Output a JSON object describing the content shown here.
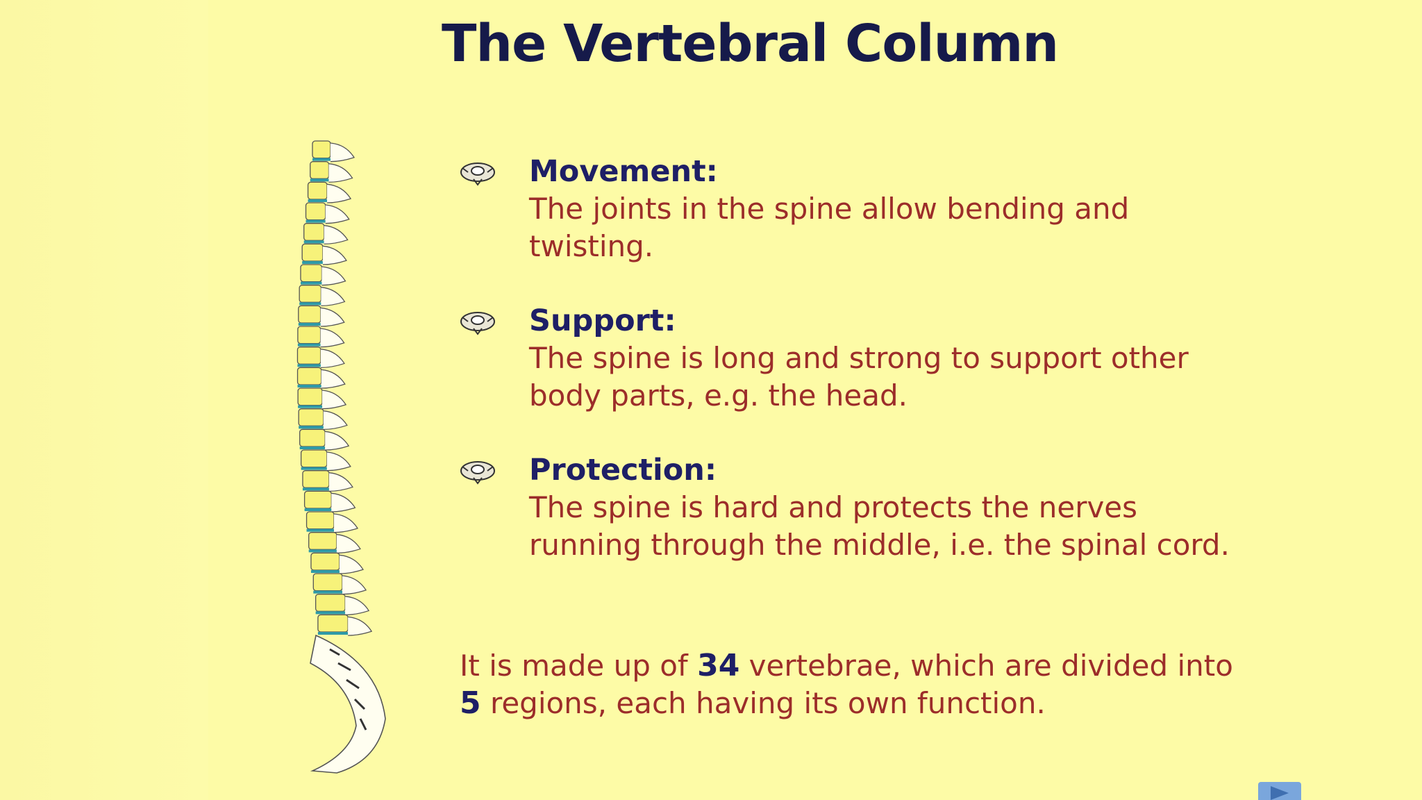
{
  "slide": {
    "title": "The Vertebral Column",
    "items": [
      {
        "heading": "Movement:",
        "body": "The joints in the spine allow bending and twisting."
      },
      {
        "heading": "Support:",
        "body": "The spine is long and strong to support other body parts, e.g. the head."
      },
      {
        "heading": "Protection:",
        "body": "The spine is hard and protects the nerves running through the middle, i.e. the spinal cord."
      }
    ],
    "summary": {
      "part1": "It is made up of ",
      "num1": "34",
      "part2": " vertebrae, which are divided into ",
      "num2": "5",
      "part3": " regions, each having its own function."
    }
  },
  "colors": {
    "background": "#fdfba6",
    "title": "#161a4a",
    "heading": "#1e1f66",
    "body": "#9c2d2a",
    "vertebra_fill": "#f7f27a",
    "disc": "#2e9aa8",
    "next_button": "#7aa6dc"
  },
  "icons": {
    "bullet": "vertebra-icon",
    "next": "next-arrow-icon"
  }
}
